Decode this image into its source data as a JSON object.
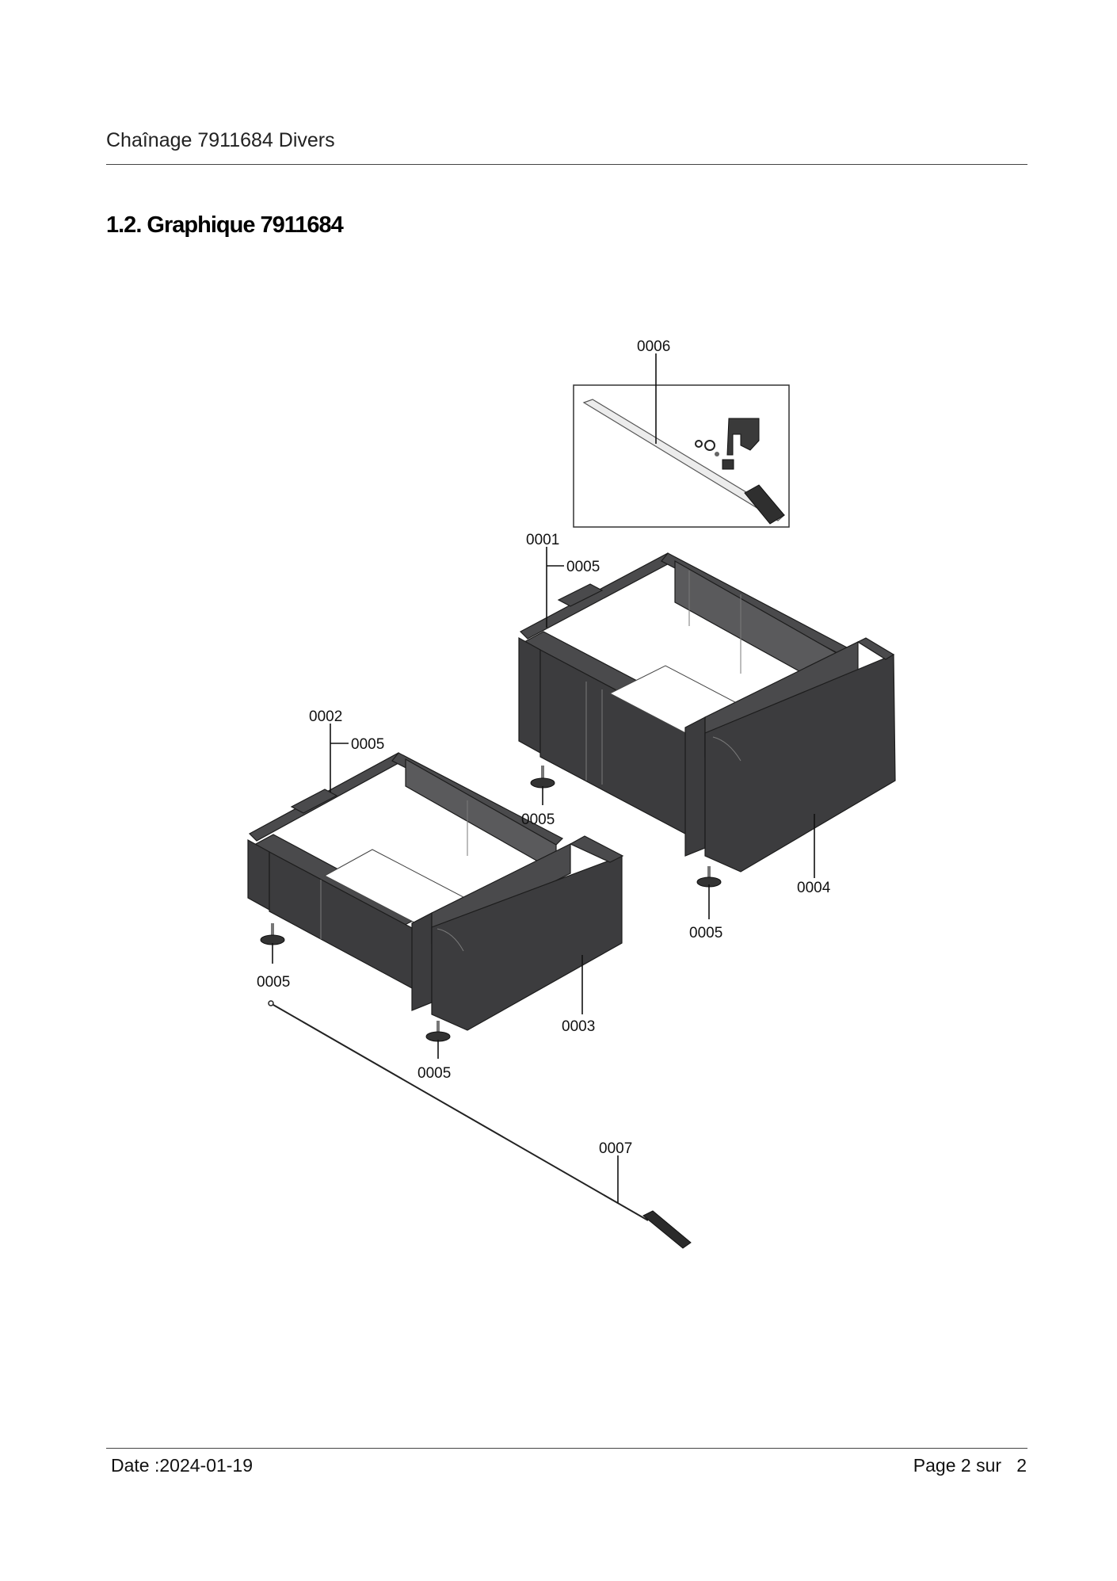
{
  "header": {
    "title": "Chaînage 7911684 Divers"
  },
  "section": {
    "title": "1.2. Graphique 7911684"
  },
  "callouts": {
    "c0006": "0006",
    "c0001": "0001",
    "c0005_a": "0005",
    "c0002": "0002",
    "c0005_b": "0005",
    "c0005_c": "0005",
    "c0004": "0004",
    "c0005_d": "0005",
    "c0005_e": "0005",
    "c0003": "0003",
    "c0005_f": "0005",
    "c0007": "0007"
  },
  "footer": {
    "date": "Date :2024-01-19",
    "page": "Page 2 sur   2"
  }
}
